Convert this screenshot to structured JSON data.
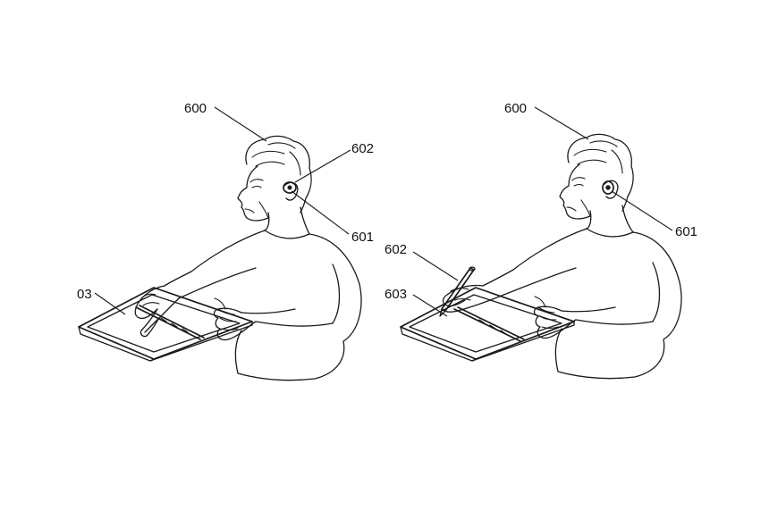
{
  "figures": [
    {
      "labels": {
        "user": "600",
        "ear_device": "601",
        "input_device": "602",
        "surface": "03"
      }
    },
    {
      "labels": {
        "user": "600",
        "ear_device": "601",
        "input_device": "602",
        "surface": "603"
      }
    }
  ]
}
